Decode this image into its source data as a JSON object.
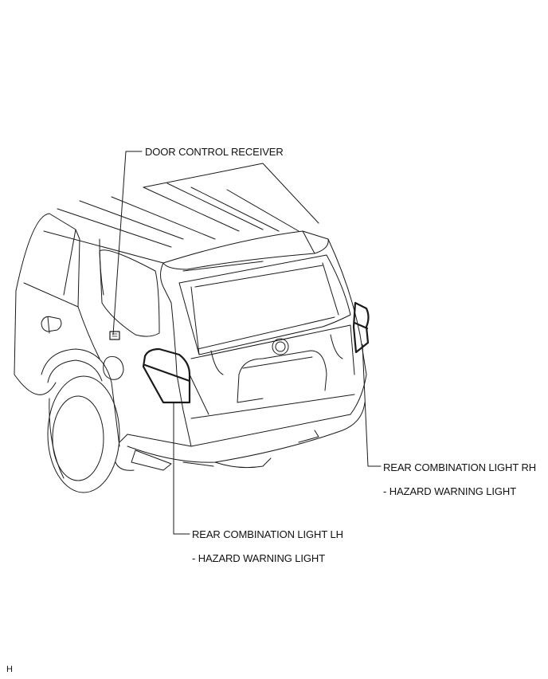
{
  "callouts": {
    "door_control_receiver": "DOOR CONTROL RECEIVER",
    "rear_light_rh": "REAR COMBINATION LIGHT RH",
    "rear_light_rh_sub": "- HAZARD WARNING LIGHT",
    "rear_light_lh": "REAR COMBINATION LIGHT LH",
    "rear_light_lh_sub": "- HAZARD WARNING LIGHT"
  },
  "footer": {
    "mark": "H"
  },
  "colors": {
    "line": "#1a1a1a",
    "background": "#ffffff"
  }
}
